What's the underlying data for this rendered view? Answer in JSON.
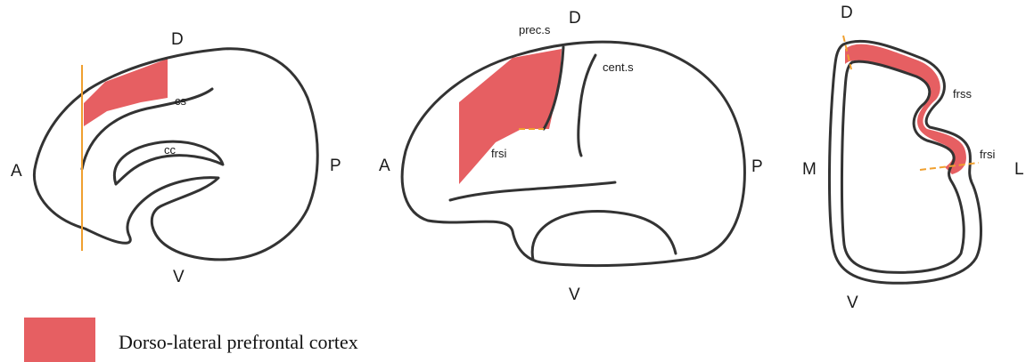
{
  "colors": {
    "region_fill": "#e65f62",
    "outline": "#333333",
    "section_line": "#f0a030"
  },
  "panels": {
    "medial": {
      "labels": {
        "dorsal": "D",
        "ventral": "V",
        "anterior": "A",
        "posterior": "P",
        "cs": "cs",
        "cc": "cc"
      }
    },
    "lateral": {
      "labels": {
        "dorsal": "D",
        "ventral": "V",
        "anterior": "A",
        "posterior": "P",
        "prec": "prec.s",
        "cent": "cent.s",
        "frsi": "frsi"
      }
    },
    "coronal": {
      "labels": {
        "dorsal": "D",
        "ventral": "V",
        "medial": "M",
        "lateral": "L",
        "frss": "frss",
        "frsi": "frsi"
      }
    }
  },
  "legend": {
    "label": "Dorso-lateral prefrontal cortex"
  }
}
